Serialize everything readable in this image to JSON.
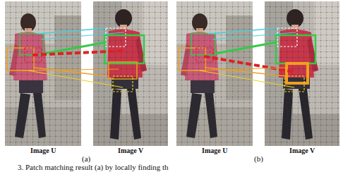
{
  "diagram": {
    "caption": "3. Patch matching result (a) by locally finding th",
    "labels": [
      "Image U",
      "Image V",
      "Image U",
      "Image V",
      "(a)",
      "(b)"
    ]
  }
}
